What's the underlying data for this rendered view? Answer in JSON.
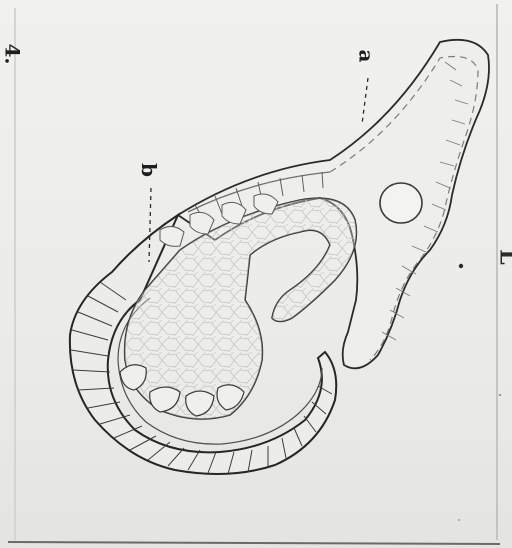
{
  "figure": {
    "number": "4.",
    "labels": {
      "a": "a",
      "b": "b"
    },
    "edge_mark": "L"
  },
  "colors": {
    "paper": "#ecece9",
    "ink": "#2b2b2b",
    "faint_ink": "#8a8a8a"
  }
}
